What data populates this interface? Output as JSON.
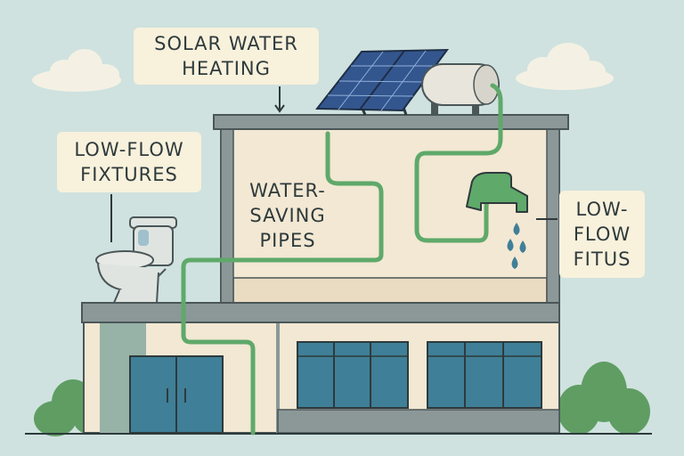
{
  "labels": {
    "solar": {
      "line1": "SOLAR WATER",
      "line2": "HEATING"
    },
    "fixtures": {
      "line1": "LOW-FLOW",
      "line2": "FIXTURES"
    },
    "pipes": {
      "line1": "WATER-",
      "line2": "SAVING",
      "line3": "PIPES"
    },
    "flow": {
      "line1": "LOW-",
      "line2": "FLOW",
      "line3": "FITUS"
    }
  },
  "colors": {
    "sky": "#cfe2df",
    "wall": "#f2e8d3",
    "trim": "#8c9898",
    "pipe": "#5fa96a",
    "glass": "#3f7f97",
    "solar_panel": "#34568f",
    "bush": "#5f9d63",
    "label_bg": "#f8f1dc"
  },
  "icons": [
    "cloud-icon",
    "solar-panel-icon",
    "water-tank-icon",
    "toilet-icon",
    "faucet-icon",
    "water-drop-icon",
    "bush-icon",
    "door-icon",
    "window-icon"
  ]
}
